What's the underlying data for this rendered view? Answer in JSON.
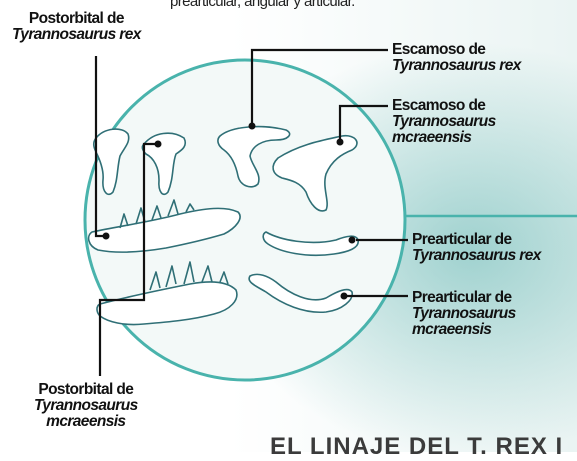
{
  "top_caption": "prearticular, angular y articular.",
  "footer_title": "EL LINAJE DEL T. REX I",
  "labels": {
    "postorbital_rex": {
      "line1": "Postorbital de",
      "line2": "Tyrannosaurus rex"
    },
    "escamoso_rex": {
      "line1": "Escamoso de",
      "line2": "Tyrannosaurus rex"
    },
    "escamoso_mcraeensis": {
      "line1": "Escamoso de",
      "line2": "Tyrannosaurus",
      "line3": "mcraeensis"
    },
    "prearticular_rex": {
      "line1": "Prearticular de",
      "line2": "Tyrannosaurus rex"
    },
    "prearticular_mcraeensis": {
      "line1": "Prearticular de",
      "line2": "Tyrannosaurus",
      "line3": "mcraeensis"
    },
    "postorbital_mcraeensis": {
      "line1": "Postorbital de",
      "line2": "Tyrannosaurus",
      "line3": "mcraeensis"
    }
  },
  "colors": {
    "circle_fill": "#f3f9f8",
    "circle_stroke": "#49b3ac",
    "bone_fill": "#ffffff",
    "bone_stroke": "#2f6f76",
    "leader": "#111111",
    "wash": "#5cb2ae"
  }
}
